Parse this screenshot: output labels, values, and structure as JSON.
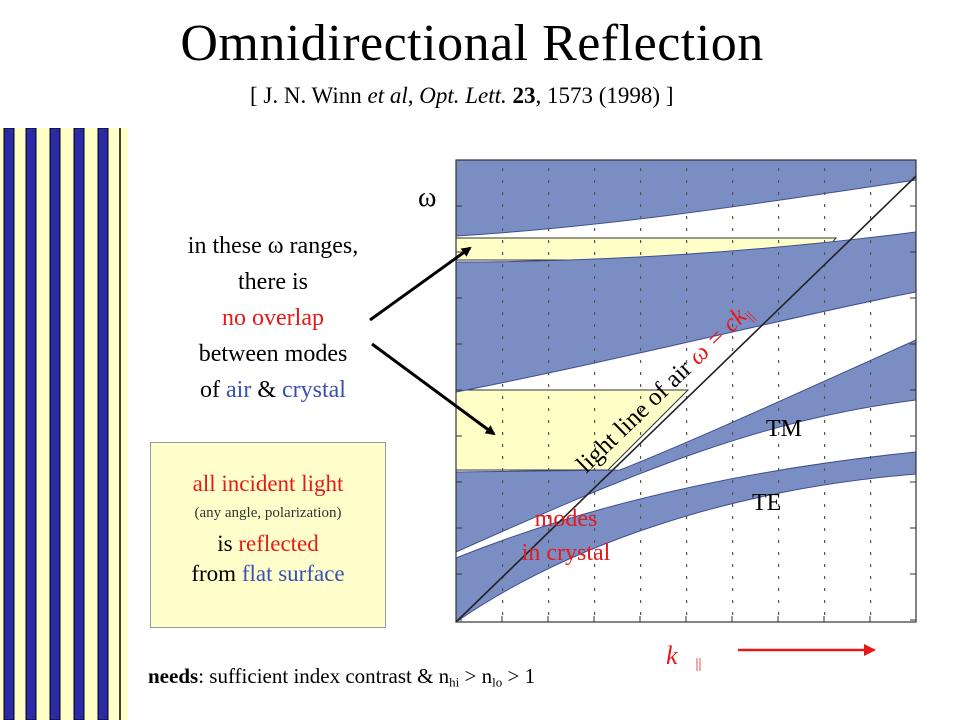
{
  "title": "Omnidirectional Reflection",
  "citation": {
    "open": "[ J. N. Winn ",
    "et_al": "et al",
    "comma1": ", ",
    "journal": "Opt. Lett.",
    "space": " ",
    "volume": "23",
    "rest": ", 1573 (1998) ]"
  },
  "explanation": {
    "line1": "in these ω ranges,",
    "line2": "there is",
    "line3": "no overlap",
    "line4": "between modes",
    "line5_prefix": "of ",
    "line5_air": "air",
    "line5_amp": " & ",
    "line5_crystal": "crystal"
  },
  "callout": {
    "line1": "all incident light",
    "line2": "(any angle, polarization)",
    "line3_prefix": "is ",
    "line3_reflected": "reflected",
    "line4_prefix": "from ",
    "line4_flat": "flat surface"
  },
  "needs": {
    "bold": "needs",
    "text1": ": sufficient index contrast & n",
    "sub_hi": "hi",
    "text2": " > n",
    "sub_lo": "lo",
    "text3": " > 1"
  },
  "diagram": {
    "omega_label": "ω",
    "light_line_text": "light line of air ",
    "light_line_eq": "ω = ck",
    "light_line_sub": "||",
    "tm_label": "TM",
    "te_label": "TE",
    "modes_line1": "modes",
    "modes_line2": "in crystal",
    "k_label": "k",
    "k_sub": "||"
  },
  "colors": {
    "band": "#7b8ec4",
    "band_edge": "#3f4f8f",
    "gap": "#ffffc8",
    "stack_yellow": "#ffffc8",
    "stack_blue": "#2b2ba8",
    "red": "#e61919",
    "blue": "#3a4fb4"
  }
}
